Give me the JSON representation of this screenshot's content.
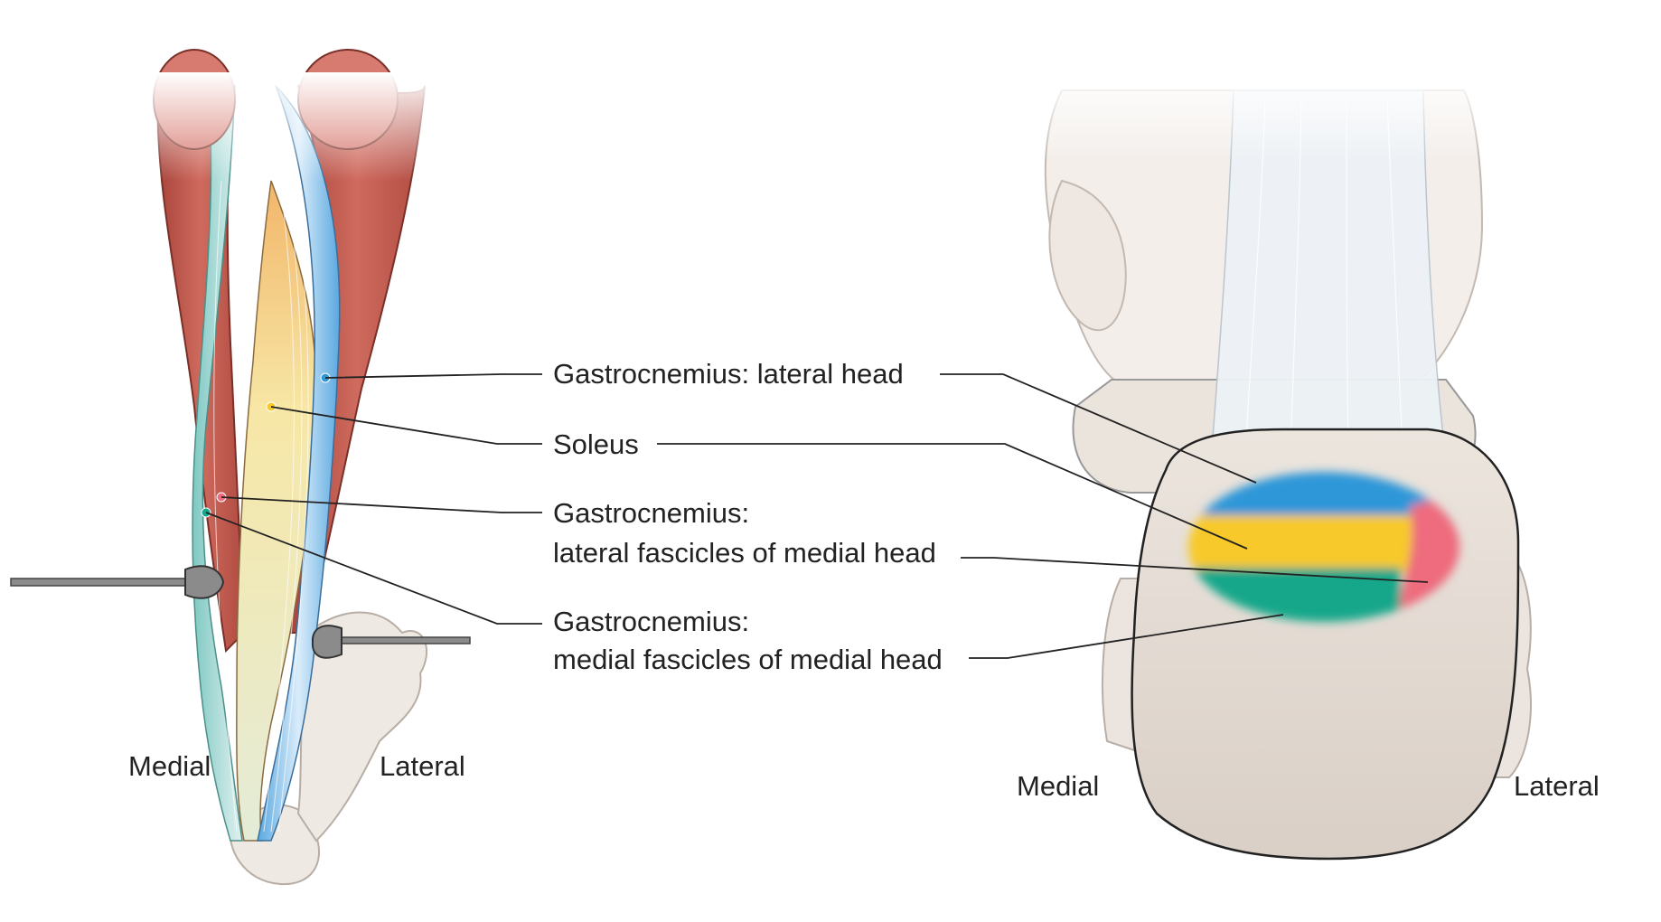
{
  "labels": {
    "lateral_head": "Gastrocnemius: lateral head",
    "soleus": "Soleus",
    "lateral_fascicles_line1": "Gastrocnemius:",
    "lateral_fascicles_line2": "lateral fascicles of medial head",
    "medial_fascicles_line1": "Gastrocnemius:",
    "medial_fascicles_line2": "medial fascicles of medial head"
  },
  "left_view": {
    "medial": "Medial",
    "lateral": "Lateral"
  },
  "right_view": {
    "medial": "Medial",
    "lateral": "Lateral"
  },
  "colors": {
    "lateral_head": "#2f97d8",
    "soleus": "#f7c92a",
    "lateral_fascicles": "#ee6c7e",
    "medial_fascicles": "#14a78a",
    "muscle": "#c0544a",
    "bone": "#e4dcd5",
    "leader_line": "#222222"
  }
}
